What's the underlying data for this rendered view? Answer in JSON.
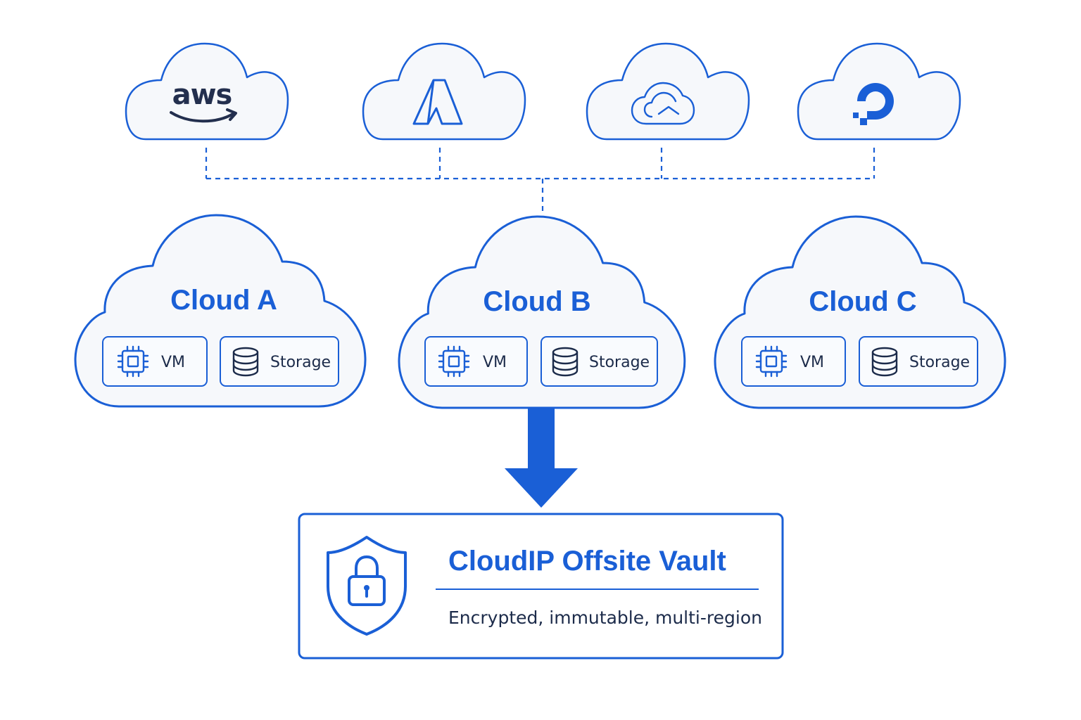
{
  "providers": [
    {
      "name": "aws",
      "icon": "aws-logo"
    },
    {
      "name": "",
      "icon": "azure-logo"
    },
    {
      "name": "",
      "icon": "google-cloud-logo"
    },
    {
      "name": "",
      "icon": "digitalocean-logo"
    }
  ],
  "clouds": [
    {
      "title": "Cloud A",
      "vm_label": "VM",
      "storage_label": "Storage"
    },
    {
      "title": "Cloud B",
      "vm_label": "VM",
      "storage_label": "Storage"
    },
    {
      "title": "Cloud C",
      "vm_label": "VM",
      "storage_label": "Storage"
    }
  ],
  "vault": {
    "title": "CloudIP Offsite Vault",
    "subtitle": "Encrypted, immutable, multi-region",
    "icon": "shield-lock-icon"
  },
  "colors": {
    "accent": "#1a5fd6",
    "text_dark": "#1c2b4a",
    "cloud_fill": "#f6f8fb"
  }
}
